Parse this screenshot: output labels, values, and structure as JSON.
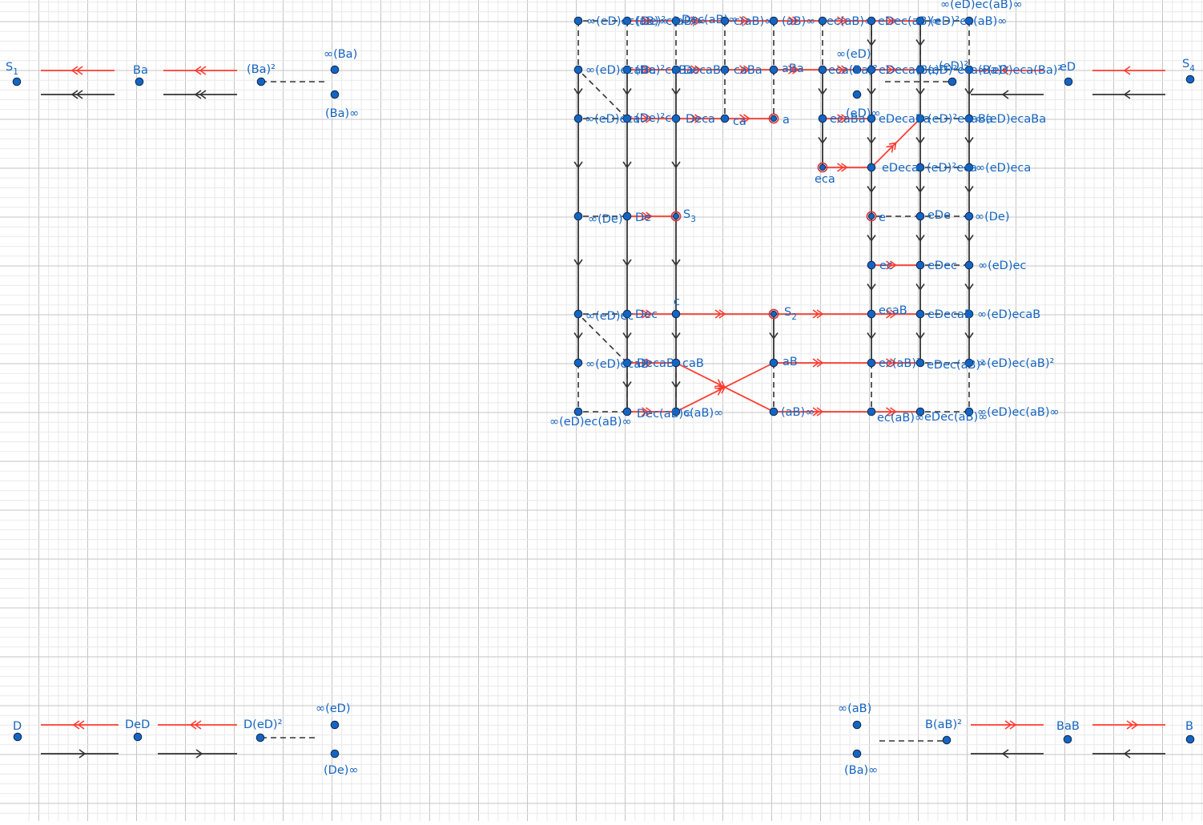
{
  "colors": {
    "background": "#ffffff",
    "grid_major": "#c6c6c6",
    "grid_minor": "#e9e9e9",
    "red_edge": "#ff3b30",
    "black_edge": "#333333",
    "dashed_edge": "#333333",
    "point_fill": "#1565c0",
    "point_stroke": "#0d2a57",
    "label": "#1565c0",
    "special_ring": "#d23535"
  },
  "labels": {
    "top_apex": "∞(eD)ec(aB)∞",
    "bottom_apex": "∞(eD)ec(aB)∞",
    "left_apex": "∞(eD)ec(aB)∞",
    "right_apex": "∞(eD)ec(aB)∞",
    "eca": "eca",
    "a": "a",
    "e": "e",
    "c": "c",
    "s2": "S",
    "s2_sub": "2",
    "s3": "S",
    "s3_sub": "3",
    "eD2ec_aB": "(eD)²ec(aB)∞",
    "inf_eDeca_Ba2": "∞(eD)eca(Ba)²",
    "eDec_aB": "eDec(aB)∞",
    "eD2eca_Ba2": "(eD)²eca(Ba)²",
    "inf_eDecaBa": "∞(eD)ecaBa",
    "ec_aB": "ec(aB)∞",
    "eDeca_Ba2": "eDeca(Ba)²",
    "eD2ecaBa": "(eD)²ecaBa",
    "inf_eDeca": "∞(eD)eca",
    "aB_inf": "(aB)∞",
    "eca_Ba2": "eca(Ba)²",
    "eDecaBa": "eDecaBa",
    "eD2eca": "(eD)²eca",
    "inf_De": "∞(De)",
    "c_aB": "c(aB)∞",
    "aBa": "aBa",
    "ecaBa": "ecaBa",
    "eDeca": "eDeca",
    "eDe": "eDe",
    "inf_eDec": "∞(eD)ec",
    "Dec_aB": "Dec(aB)∞",
    "caBa": "caBa",
    "eDec": "eDec",
    "inf_eDecaB": "∞(eD)ecaB",
    "De2c_aB": "(De)²c(aB)∞",
    "DecaBa": "DecaBa",
    "ca": "ca",
    "ec": "ec",
    "eDecaB": "eDecaB",
    "inf_eDec_aB2": "∞(eD)ec(aB)²",
    "De2caBa": "(De)²caBa",
    "Deca": "Deca",
    "ecaB": "ecaB",
    "eDec_aB2": "eDec(aB)²",
    "inf_eDecaBa_left": "∞(eD)ecaBa",
    "De2ca": "(De)²ca",
    "ec_aB2": "ec(aB)²",
    "eDec_aB_inf": "eDec(aB)∞",
    "inf_eDeca_left": "∞(eD)eca",
    "ec_aB_inf": "ec(aB)∞",
    "De": "De",
    "aB": "aB",
    "inf_De_left": "∞(De)",
    "aB_inf_right": "(aB)∞",
    "Dec": "Dec",
    "caB": "caB",
    "inf_eDec_bottom": "∞(eD)ec",
    "DecaB": "DecaB",
    "c_aB_inf": "c(aB)∞",
    "inf_eDecaB_bottom": "∞(eD)ecaB",
    "Dec_aB_inf_bottom": "Dec(aB)∞",
    "tl_S": "S",
    "tl_S_sub": "1",
    "tl_Ba": "Ba",
    "tl_Ba2": "(Ba)²",
    "tl_inf_Ba": "∞(Ba)",
    "tl_Ba_inf": "(Ba)∞",
    "tr_S": "S",
    "tr_S_sub": "4",
    "tr_eD": "eD",
    "tr_eD2": "(eD)²",
    "tr_inf_eD": "∞(eD)",
    "tr_eD_inf": "(eD)∞",
    "bl_D": "D",
    "bl_DeD": "DeD",
    "bl_DeD2": "D(eD)²",
    "bl_inf_eD": "∞(eD)",
    "bl_De_inf": "(De)∞",
    "br_B": "B",
    "br_BaB": "BaB",
    "br_BaB2": "B(aB)²",
    "br_inf_aB": "∞(aB)",
    "br_Ba_inf": "(Ba)∞"
  }
}
